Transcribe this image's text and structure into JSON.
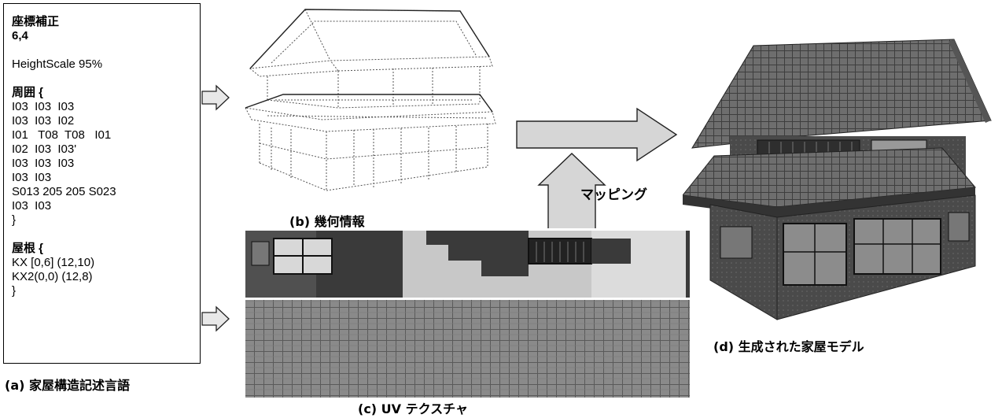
{
  "code_lines": [
    "座標補正",
    "6,4",
    "",
    "HeightScale 95%",
    "",
    "周囲 {",
    "I03  I03  I03",
    "I03  I03  I02",
    "I01   T08  T08   I01",
    "I02  I03  I03'",
    "I03  I03  I03",
    "I03  I03",
    "S013 205 205 S023",
    "I03  I03",
    "}",
    "",
    "屋根 {",
    "KX [0,6] (12,10)",
    "KX2(0,0) (12,8)",
    "}"
  ],
  "captions": {
    "a": "(a)  家屋構造記述言語",
    "b": "(b)  幾何情報",
    "c": "(c) UV テクスチャ",
    "d": "(d)  生成された家屋モデル"
  },
  "mapping_label": "マッピング"
}
